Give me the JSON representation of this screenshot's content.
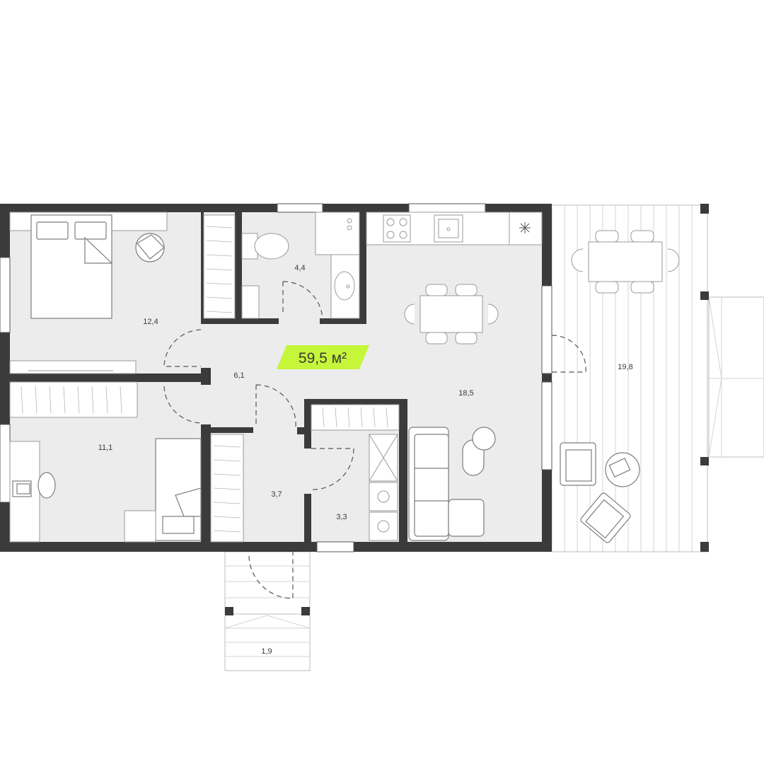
{
  "plan": {
    "total_area": "59,5 м²",
    "accent_color": "#c6f63a",
    "floor_color": "#ececec",
    "wall_color": "#3b3b3b",
    "rooms": [
      {
        "id": "bedroom",
        "area": "12,4"
      },
      {
        "id": "bathroom",
        "area": "4,4"
      },
      {
        "id": "hall",
        "area": "6,1"
      },
      {
        "id": "living-kitchen",
        "area": "18,5"
      },
      {
        "id": "terrace",
        "area": "19,8"
      },
      {
        "id": "bedroom-2",
        "area": "11,1"
      },
      {
        "id": "entrance",
        "area": "3,7"
      },
      {
        "id": "storage",
        "area": "3,3"
      },
      {
        "id": "porch",
        "area": "1,9"
      }
    ]
  }
}
